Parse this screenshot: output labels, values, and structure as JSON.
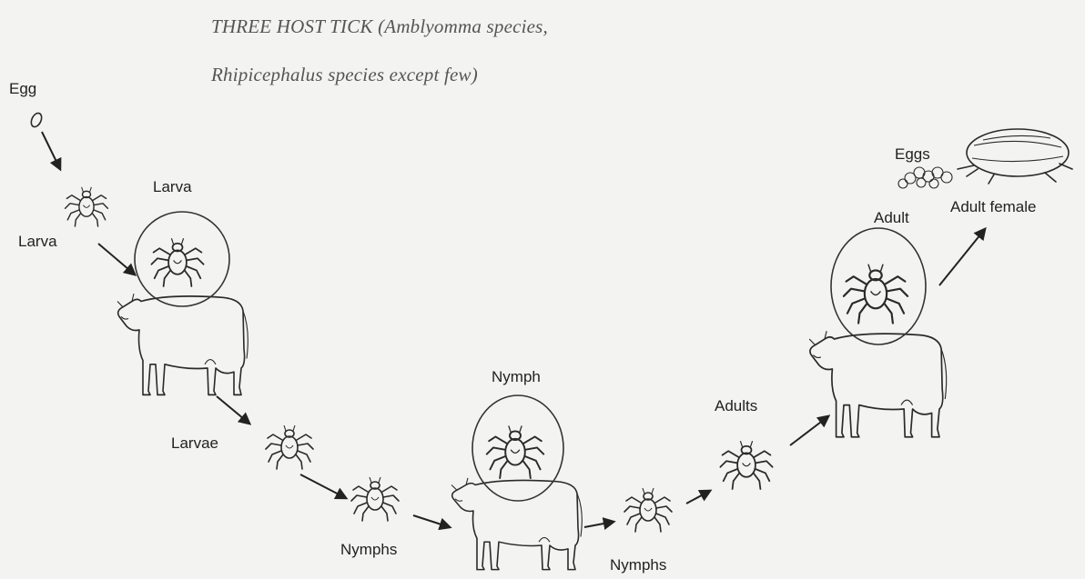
{
  "title": {
    "line1": "THREE HOST TICK (Amblyomma species,",
    "line2": "Rhipicephalus species except few)"
  },
  "labels": {
    "egg": "Egg",
    "larva_circle": "Larva",
    "larva_left": "Larva",
    "larvae": "Larvae",
    "nymph_circle": "Nymph",
    "nymphs_1": "Nymphs",
    "nymphs_2": "Nymphs",
    "adults": "Adults",
    "adult_circle": "Adult",
    "eggs": "Eggs",
    "adult_female": "Adult female"
  }
}
